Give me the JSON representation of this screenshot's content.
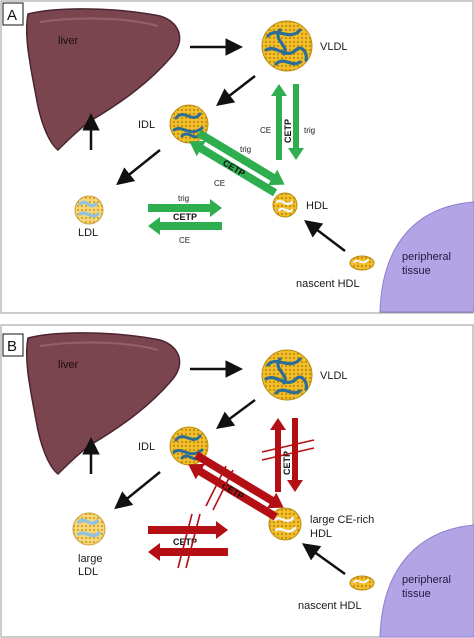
{
  "panel_a": {
    "letter": "A",
    "liver": "liver",
    "vldl": "VLDL",
    "idl": "IDL",
    "ldl": "LDL",
    "hdl": "HDL",
    "nascent_hdl": "nascent HDL",
    "peripheral_line1": "peripheral",
    "peripheral_line2": "tissue",
    "cetp": "CETP",
    "ce": "CE",
    "trig": "trig"
  },
  "panel_b": {
    "letter": "B",
    "liver": "liver",
    "vldl": "VLDL",
    "idl": "IDL",
    "ldl_line1": "large",
    "ldl_line2": "LDL",
    "hdl_line1": "large CE-rich",
    "hdl_line2": "HDL",
    "nascent_hdl": "nascent HDL",
    "peripheral_line1": "peripheral",
    "peripheral_line2": "tissue",
    "cetp": "CETP"
  },
  "colors": {
    "liver": "#7b4550",
    "lipid_yellow": "#f0c02a",
    "apo_blue": "#2c6f96",
    "transfer_green": "#2eae4f",
    "blocked_red": "#b30f14",
    "tissue_purple": "#b3a4e6"
  }
}
